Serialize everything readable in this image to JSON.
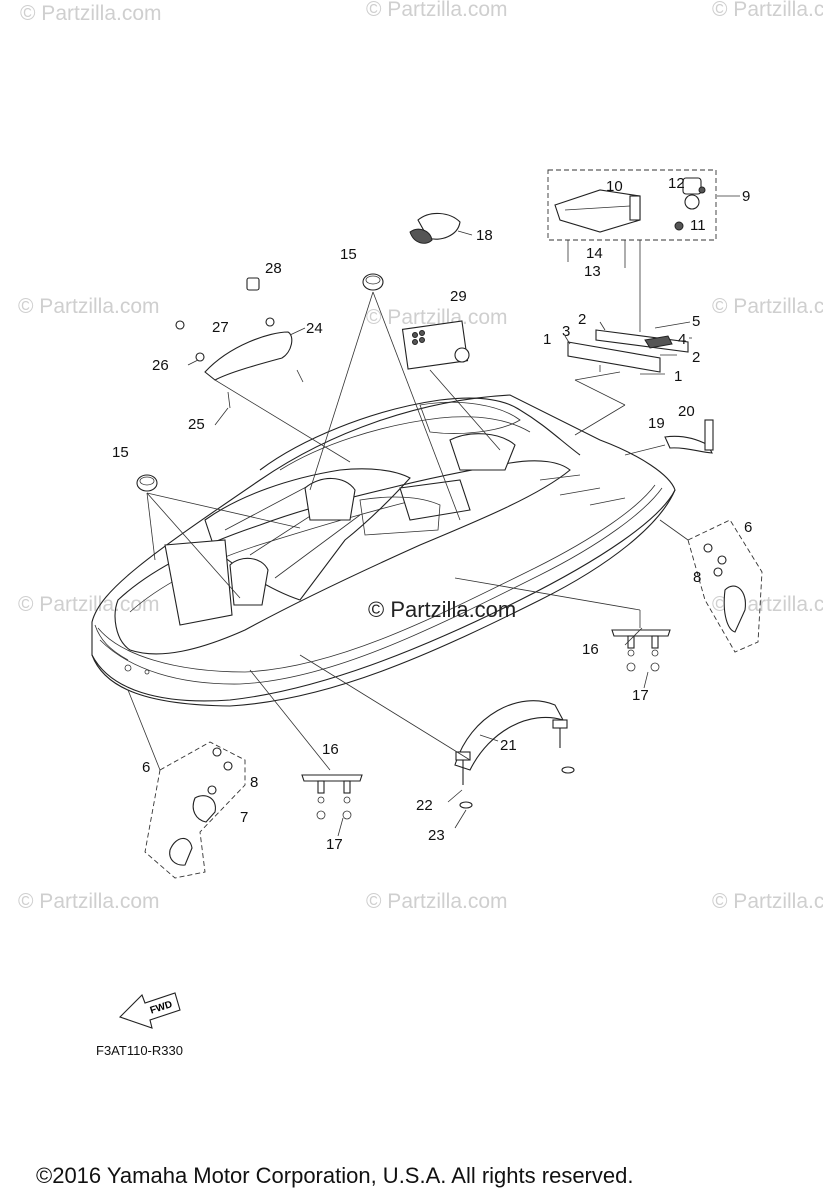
{
  "watermark": {
    "text": "© Partzilla.com",
    "center_text": "© Partzilla.com"
  },
  "callouts": {
    "c1a": "1",
    "c1b": "1",
    "c2a": "2",
    "c2b": "2",
    "c3": "3",
    "c4": "4",
    "c5": "5",
    "c6a": "6",
    "c6b": "6",
    "c7": "7",
    "c8a": "8",
    "c8b": "8",
    "c9": "9",
    "c10": "10",
    "c11": "11",
    "c12": "12",
    "c13": "13",
    "c14": "14",
    "c15a": "15",
    "c15b": "15",
    "c16a": "16",
    "c16b": "16",
    "c17a": "17",
    "c17b": "17",
    "c18": "18",
    "c19": "19",
    "c20": "20",
    "c21": "21",
    "c22": "22",
    "c23": "23",
    "c24": "24",
    "c25": "25",
    "c26": "26",
    "c27": "27",
    "c28": "28",
    "c29": "29"
  },
  "fwd_label": "FWD",
  "drawing_code": "F3AT110-R330",
  "copyright": "©2016  Yamaha Motor Corporation, U.S.A. All rights reserved."
}
